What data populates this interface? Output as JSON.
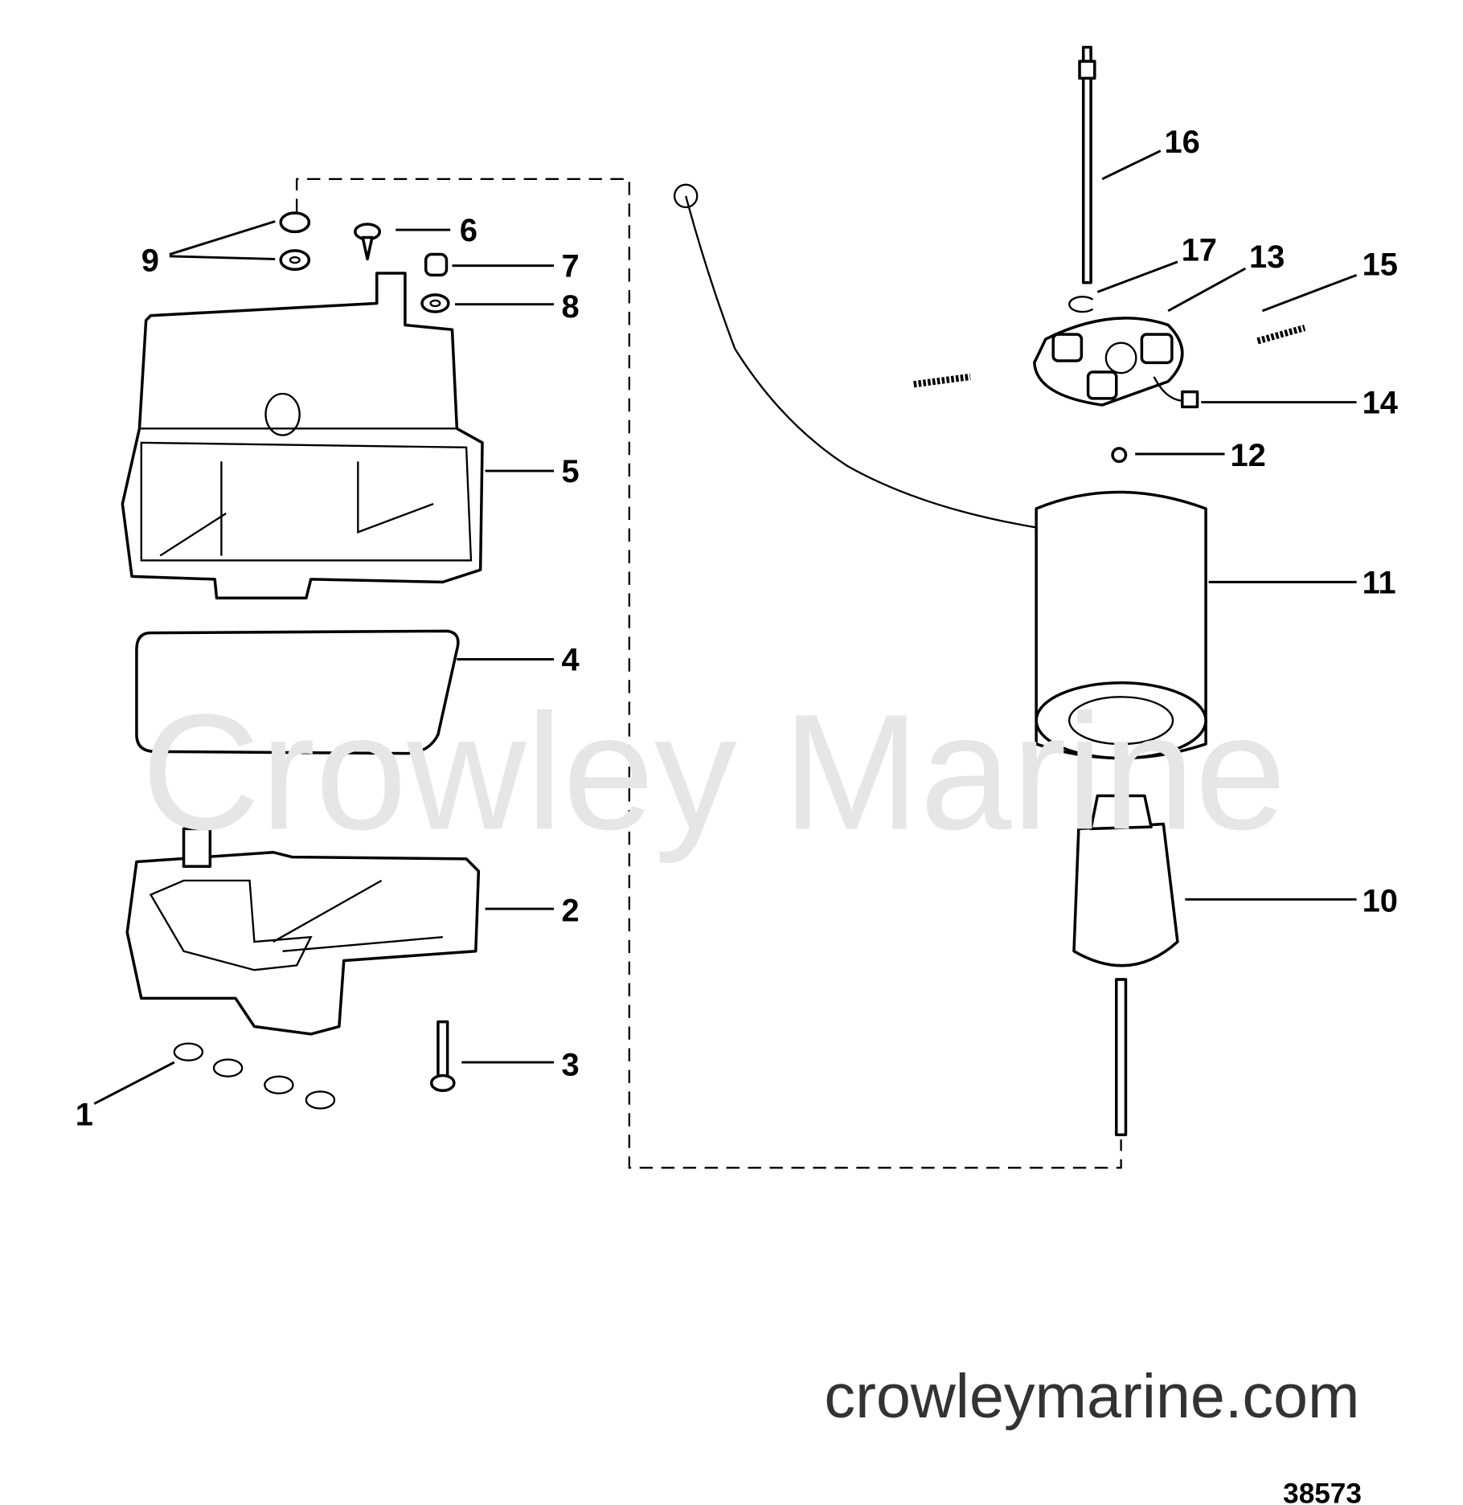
{
  "watermark": "Crowley Marine",
  "footer": {
    "site": "crowleymarine.com",
    "figure_number": "38573"
  },
  "callouts": [
    "1",
    "2",
    "3",
    "4",
    "5",
    "6",
    "7",
    "8",
    "9",
    "10",
    "11",
    "12",
    "13",
    "14",
    "15",
    "16",
    "17"
  ]
}
